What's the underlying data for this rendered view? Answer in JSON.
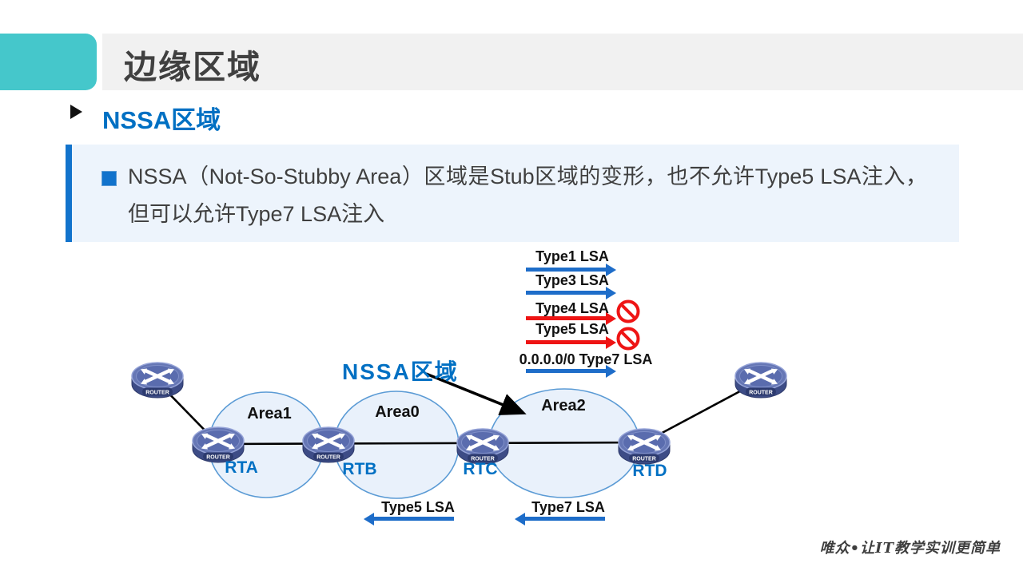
{
  "slide": {
    "title": "边缘区域",
    "heading": "NSSA区域",
    "body": "NSSA（Not-So-Stubby Area）区域是Stub区域的变形，也不允许Type5 LSA注入，但可以允许Type7 LSA注入",
    "footer": "唯众•让IT教学实训更简单"
  },
  "diagram": {
    "nssa_label": "NSSA区域",
    "router_text": "ROUTER",
    "areas": [
      {
        "label": "Area1"
      },
      {
        "label": "Area0"
      },
      {
        "label": "Area2"
      }
    ],
    "routers": [
      {
        "label": "RTA"
      },
      {
        "label": "RTB"
      },
      {
        "label": "RTC"
      },
      {
        "label": "RTD"
      }
    ],
    "flows_top": [
      {
        "label": "Type1 LSA",
        "color": "#1e6dc9",
        "blocked": false
      },
      {
        "label": "Type3 LSA",
        "color": "#1e6dc9",
        "blocked": false
      },
      {
        "label": "Type4 LSA",
        "color": "#ee1414",
        "blocked": true
      },
      {
        "label": "Type5 LSA",
        "color": "#ee1414",
        "blocked": true
      },
      {
        "label": "0.0.0.0/0 Type7 LSA",
        "color": "#1e6dc9",
        "blocked": false
      }
    ],
    "flows_bottom": [
      {
        "label": "Type5 LSA",
        "color": "#1e6dc9"
      },
      {
        "label": "Type7 LSA",
        "color": "#1e6dc9"
      }
    ]
  },
  "colors": {
    "accent_teal": "#45c7cb",
    "header_bar": "#f1f1f1",
    "title_text": "#404040",
    "heading_blue": "#0070c3",
    "box_bg": "#edf4fc",
    "box_accent": "#1273cc",
    "area_fill": "#e9f1fb",
    "area_stroke": "#5b9bd5",
    "arrow_blue": "#1e6dc9",
    "arrow_red": "#ee1414"
  }
}
